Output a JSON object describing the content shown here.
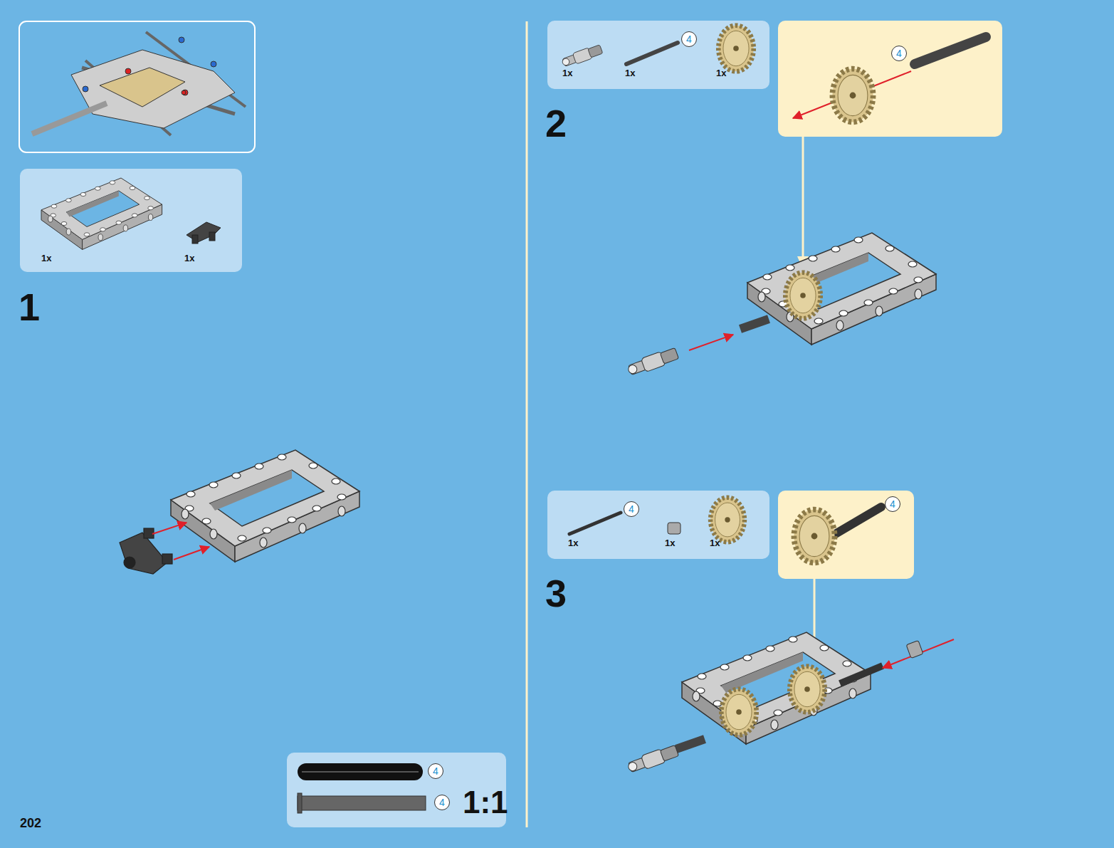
{
  "diagram": {
    "nodes": [
      {
        "text": [
          "1x",
          "1x"
        ]
      },
      {
        "text": [
          "4",
          "1x",
          "1x",
          "1x"
        ]
      },
      {
        "text": [
          "4"
        ]
      },
      {
        "text": [
          "4",
          "1x",
          "1x",
          "1x"
        ]
      },
      {
        "text": [
          "4"
        ]
      },
      {
        "text": [
          "4",
          "4",
          "1:1"
        ]
      }
    ],
    "labels": [
      "202",
      "1",
      "2",
      "3"
    ]
  }
}
